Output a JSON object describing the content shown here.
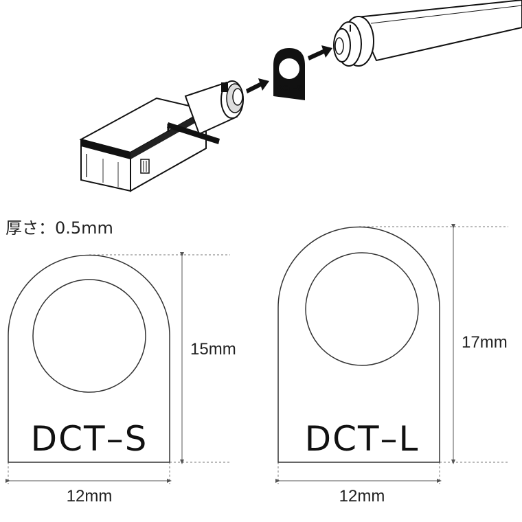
{
  "thickness_label": "厚さ：0.5mm",
  "illustration": {
    "tag_label": "DCT–S"
  },
  "tags": [
    {
      "label": "DCT–S",
      "height_label": "15mm",
      "width_label": "12mm"
    },
    {
      "label": "DCT–L",
      "height_label": "17mm",
      "width_label": "12mm"
    }
  ]
}
